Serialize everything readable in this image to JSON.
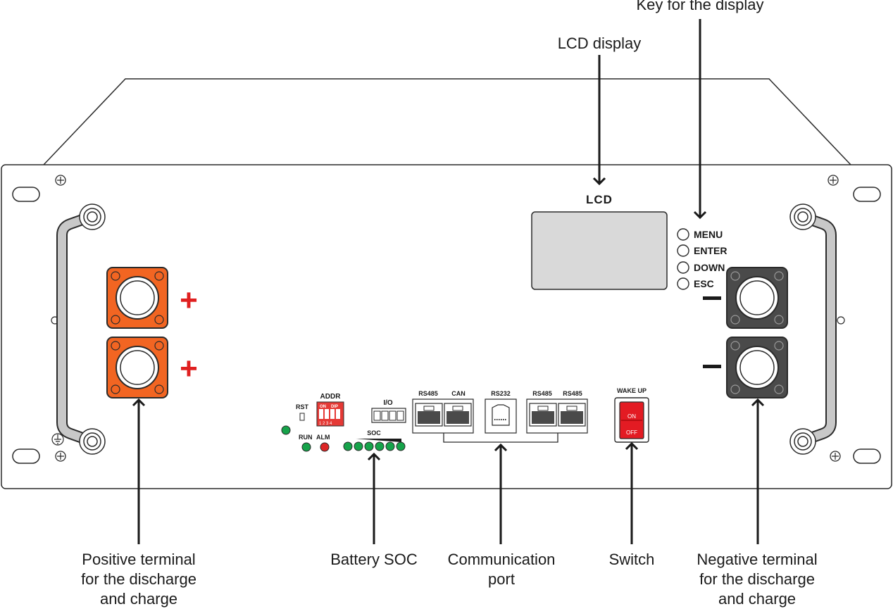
{
  "callouts": {
    "key_for_display": "Key for the display",
    "lcd_display": "LCD display",
    "positive_terminal": "Positive terminal\nfor the discharge\nand charge",
    "battery_soc": "Battery SOC",
    "communication_port": "Communication\nport",
    "switch": "Switch",
    "negative_terminal": "Negative terminal\nfor the discharge\nand charge"
  },
  "panel": {
    "lcd_label": "LCD",
    "keys": [
      "MENU",
      "ENTER",
      "DOWN",
      "ESC"
    ],
    "positive_symbol": "+",
    "rst_label": "RST",
    "addr_label": "ADDR",
    "dip_on": "ON",
    "dip_dip": "DIP",
    "dip_numbers": "1 2 3 4",
    "io_label": "I/O",
    "run_label": "RUN",
    "alm_label": "ALM",
    "soc_label": "SOC",
    "ports": [
      "RS485",
      "CAN",
      "RS232",
      "RS485",
      "RS485"
    ],
    "wake_up_label": "WAKE UP",
    "switch_on": "ON",
    "switch_off": "OFF"
  },
  "colors": {
    "outline": "#2a2a2a",
    "terminal_positive": "#f26522",
    "terminal_negative": "#4a4a4a",
    "plus_sign": "#e02020",
    "led_green": "#16a34a",
    "led_red": "#dc2626",
    "dip_red": "#e53935",
    "switch_red": "#e31b23",
    "lcd_screen": "#d9d9d9"
  }
}
